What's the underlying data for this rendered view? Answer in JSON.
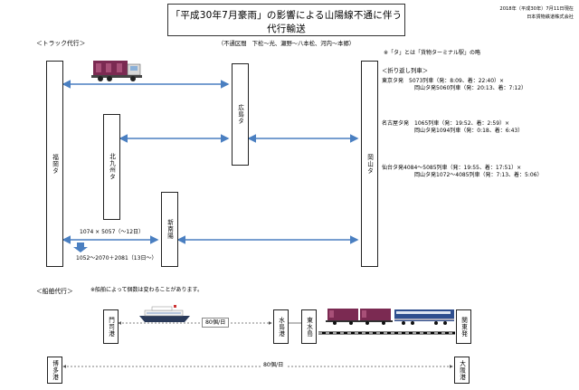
{
  "header": {
    "title": "「平成30年7月豪雨」の影響による山陽線不通に伴う代行輸送",
    "subtitle": "（不通区間　下松～光、瀬野～八本松、河内～本郷）",
    "date": "2018年（平成30年）7月11日現在",
    "company": "日本貨物鉄道株式会社"
  },
  "truck_section": {
    "heading": "＜トラック代行＞",
    "note": "※「タ」とは「貨物ターミナル駅」の略",
    "stations": {
      "fukuoka": "福岡タ",
      "kitakyushu": "北九州タ",
      "hiroshima": "広島タ",
      "niihama": "新南陽",
      "okayama": "岡山タ"
    },
    "niihama_capacity": "1074 × 5057（～12日）",
    "niihama_capacity_next": "1052～2070＋2081（13日～）"
  },
  "return_trains": {
    "heading": "＜折り返し列車＞",
    "groups": [
      {
        "line1": "東京タ発　5073列車（発：8:09、着：22:40）×",
        "line2": "岡山タ発5060列車（発：20:13、着：7:12）"
      },
      {
        "line1": "名古屋タ発　1065列車（発：19:52、着：2:59）×",
        "line2": "岡山タ発1094列車（発：0:18、着：6:43）"
      },
      {
        "line1": "仙台タ発4084～5085列車（発：19:55、着：17:51）×",
        "line2": "岡山タ発1072～4085列車（発：7:13、着：5:06）"
      }
    ]
  },
  "ship_section": {
    "heading": "＜船舶代行＞",
    "note": "※船舶によって個数は変わることがあります。",
    "ports": {
      "moji": "門司港",
      "mizushima": "水島港",
      "higashi_mizushima": "東水島",
      "kanto": "関東発",
      "hakata": "博多港",
      "osaka": "大阪港"
    },
    "route1_capacity": "80個/日",
    "route2_capacity": "80個/日"
  },
  "colors": {
    "arrow": "#4a7fc1",
    "truck_container": "#7b2a52",
    "locomotive": "#2f4f8f",
    "border": "#222222"
  }
}
